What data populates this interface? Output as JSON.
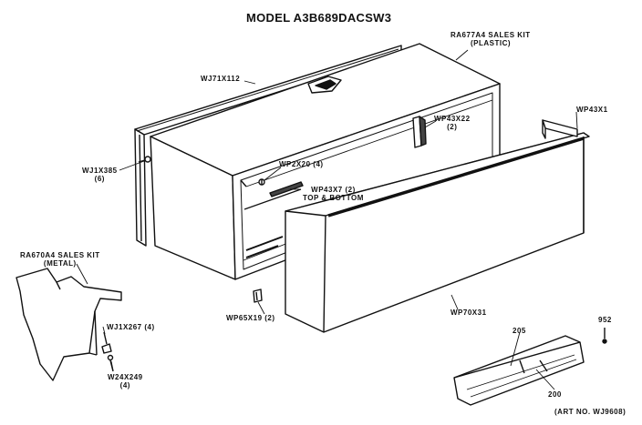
{
  "diagram": {
    "title": "MODEL A3B689DACSW3",
    "art_no": "(ART NO. WJ9608)",
    "parts": {
      "ra677a4": {
        "line1": "RA677A4 SALES KIT",
        "line2": "(PLASTIC)"
      },
      "wj71x112": {
        "line1": "WJ71X112"
      },
      "wp43x1": {
        "line1": "WP43X1"
      },
      "wp43x22": {
        "line1": "WP43X22",
        "line2": "(2)"
      },
      "wj1x385": {
        "line1": "WJ1X385",
        "line2": "(6)"
      },
      "wp2x20": {
        "line1": "WP2X20 (4)"
      },
      "wp43x7": {
        "line1": "WP43X7 (2)",
        "line2": "TOP & BOTTOM"
      },
      "ra670a4": {
        "line1": "RA670A4 SALES KIT",
        "line2": "(METAL)"
      },
      "wj1x267": {
        "line1": "WJ1X267 (4)"
      },
      "w24x249": {
        "line1": "W24X249",
        "line2": "(4)"
      },
      "wp65x19": {
        "line1": "WP65X19 (2)"
      },
      "wp70x31": {
        "line1": "WP70X31"
      },
      "p952": {
        "line1": "952"
      },
      "p205": {
        "line1": "205"
      },
      "p200": {
        "line1": "200"
      }
    }
  }
}
